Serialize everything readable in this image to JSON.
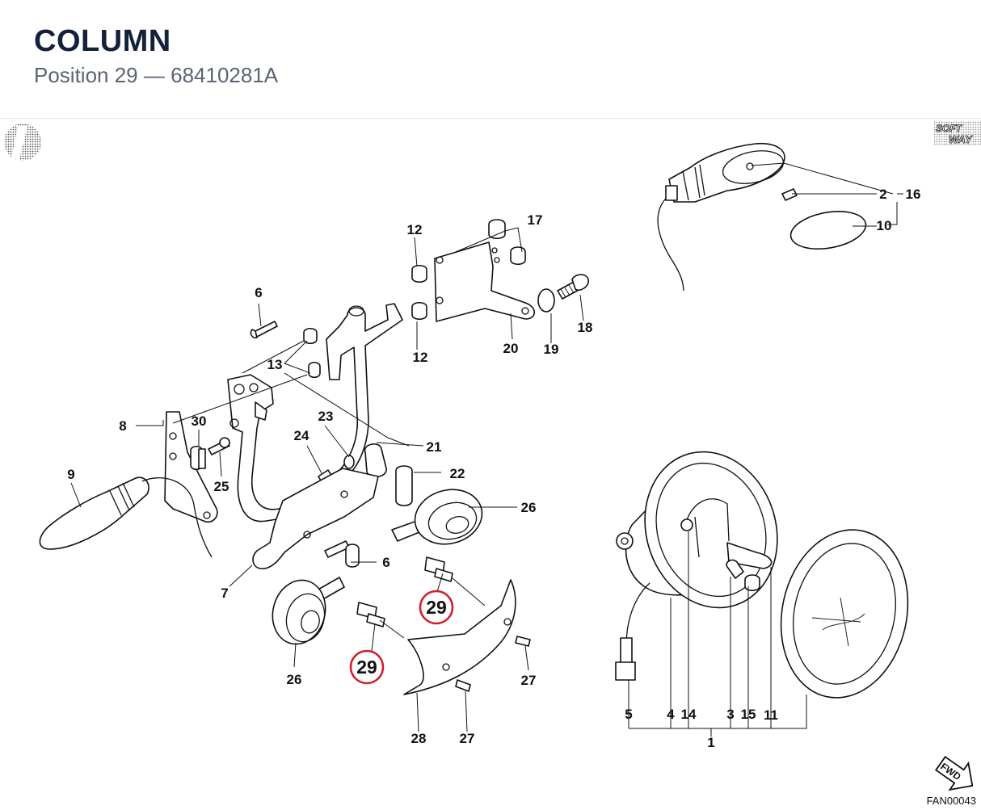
{
  "header": {
    "title": "COLUMN",
    "position_label": "Position 29",
    "separator": "—",
    "part_number": "68410281A"
  },
  "logo_text": [
    "SOFT",
    "WAY"
  ],
  "fwd_label": "FWD",
  "diagram_code": "FAN00043",
  "highlight": {
    "callout": "29",
    "color": "#d0202a"
  },
  "callouts": {
    "c1": "1",
    "c2": "2",
    "c3": "3",
    "c4": "4",
    "c5": "5",
    "c6a": "6",
    "c6b": "6",
    "c7": "7",
    "c8": "8",
    "c9": "9",
    "c10": "10",
    "c11": "11",
    "c12a": "12",
    "c12b": "12",
    "c13": "13",
    "c14": "14",
    "c15": "15",
    "c16": "16",
    "c17": "17",
    "c18": "18",
    "c19": "19",
    "c20": "20",
    "c21": "21",
    "c22": "22",
    "c23": "23",
    "c24": "24",
    "c25": "25",
    "c26a": "26",
    "c26b": "26",
    "c27a": "27",
    "c27b": "27",
    "c28": "28",
    "c29a": "29",
    "c29b": "29",
    "c30": "30"
  }
}
